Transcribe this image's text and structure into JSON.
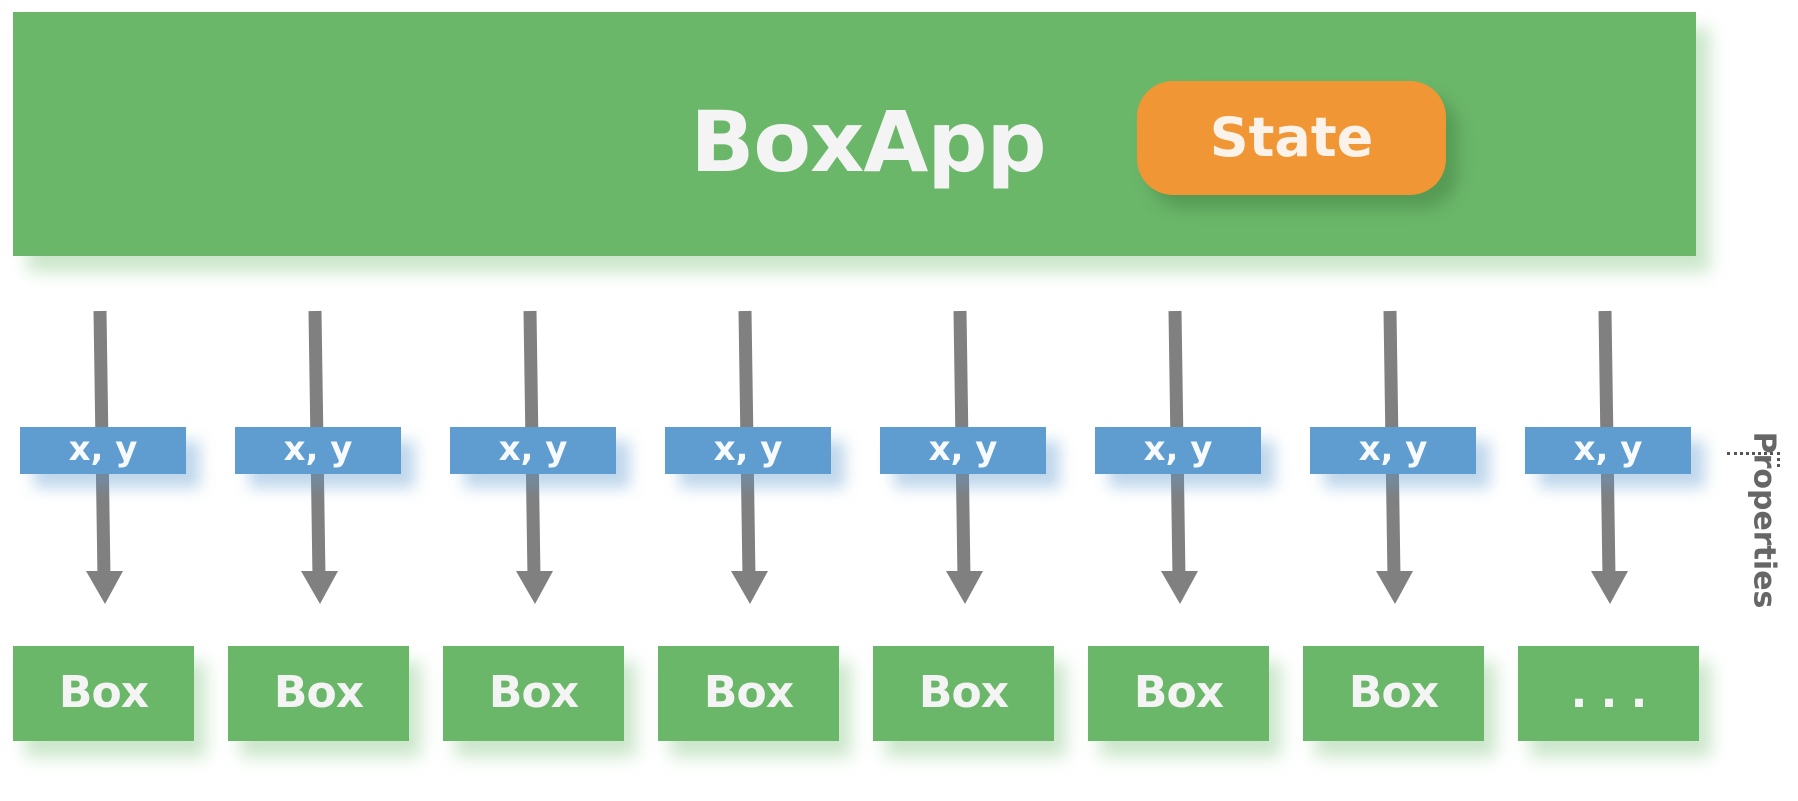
{
  "app": {
    "title": "BoxApp",
    "state_label": "State"
  },
  "props": [
    "x, y",
    "x, y",
    "x, y",
    "x, y",
    "x, y",
    "x, y",
    "x, y",
    "x, y"
  ],
  "boxes": [
    "Box",
    "Box",
    "Box",
    "Box",
    "Box",
    "Box",
    "Box",
    ". . ."
  ],
  "annotation": {
    "properties_label": "Properties"
  },
  "colors": {
    "component_green": "#6bb76a",
    "state_orange": "#f19634",
    "prop_blue": "#5f9ccf",
    "arrow_gray": "#808080"
  }
}
